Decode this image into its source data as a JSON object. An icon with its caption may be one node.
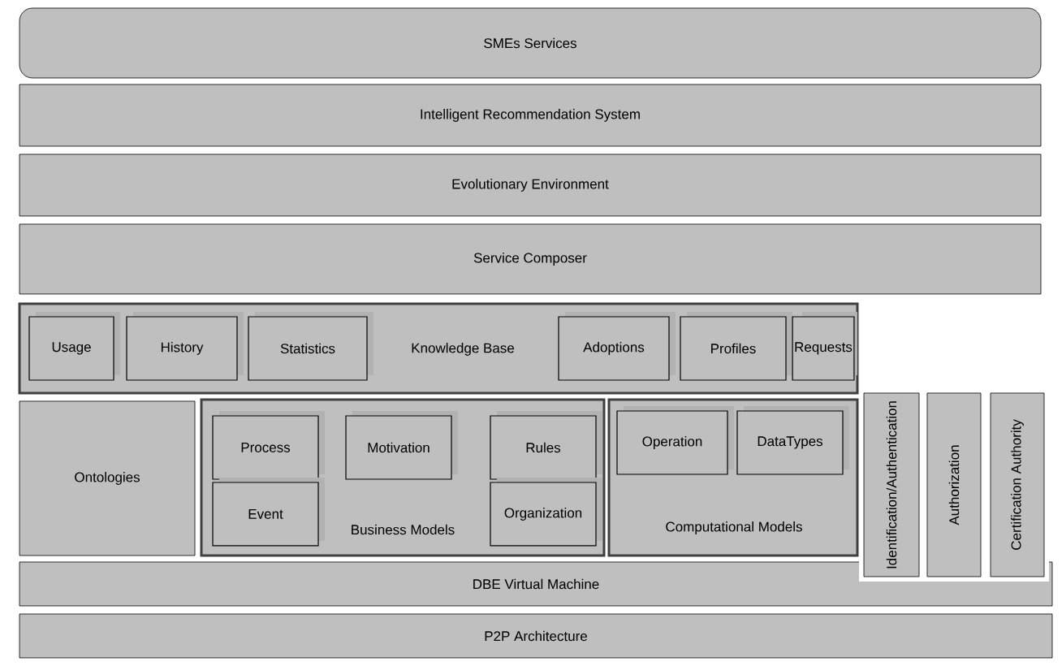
{
  "diagram": {
    "nodes": [
      {
        "text": [
          "SMEs Services"
        ]
      },
      {
        "text": [
          "Intelligent Recommendation System"
        ]
      },
      {
        "text": [
          "Evolutionary Environment"
        ]
      },
      {
        "text": [
          "Service Composer"
        ]
      },
      {
        "text": [
          "Knowledge Base"
        ]
      },
      {
        "text": [
          "Usage"
        ],
        "in": 4
      },
      {
        "text": [
          "History"
        ],
        "in": 4
      },
      {
        "text": [
          "Statistics"
        ],
        "in": 4
      },
      {
        "text": [
          "Adoptions"
        ],
        "in": 4
      },
      {
        "text": [
          "Profiles"
        ],
        "in": 4
      },
      {
        "text": [
          "Requests"
        ],
        "in": 4
      },
      {
        "text": [
          "Ontologies"
        ]
      },
      {
        "text": [
          "Business Models"
        ]
      },
      {
        "text": [
          "Process"
        ],
        "in": 12
      },
      {
        "text": [
          "Motivation"
        ],
        "in": 12
      },
      {
        "text": [
          "Rules"
        ],
        "in": 12
      },
      {
        "text": [
          "Event"
        ],
        "in": 12
      },
      {
        "text": [
          "Organization"
        ],
        "in": 12
      },
      {
        "text": [
          "Computational Models"
        ]
      },
      {
        "text": [
          "Operation"
        ],
        "in": 18
      },
      {
        "text": [
          "DataTypes"
        ],
        "in": 18
      },
      {
        "text": [
          "Identification/Authentication"
        ]
      },
      {
        "text": [
          "Authorization"
        ]
      },
      {
        "text": [
          "Certification Authority"
        ]
      },
      {
        "text": [
          "DBE Virtual Machine"
        ]
      },
      {
        "text": [
          "P2P Architecture"
        ]
      }
    ]
  }
}
